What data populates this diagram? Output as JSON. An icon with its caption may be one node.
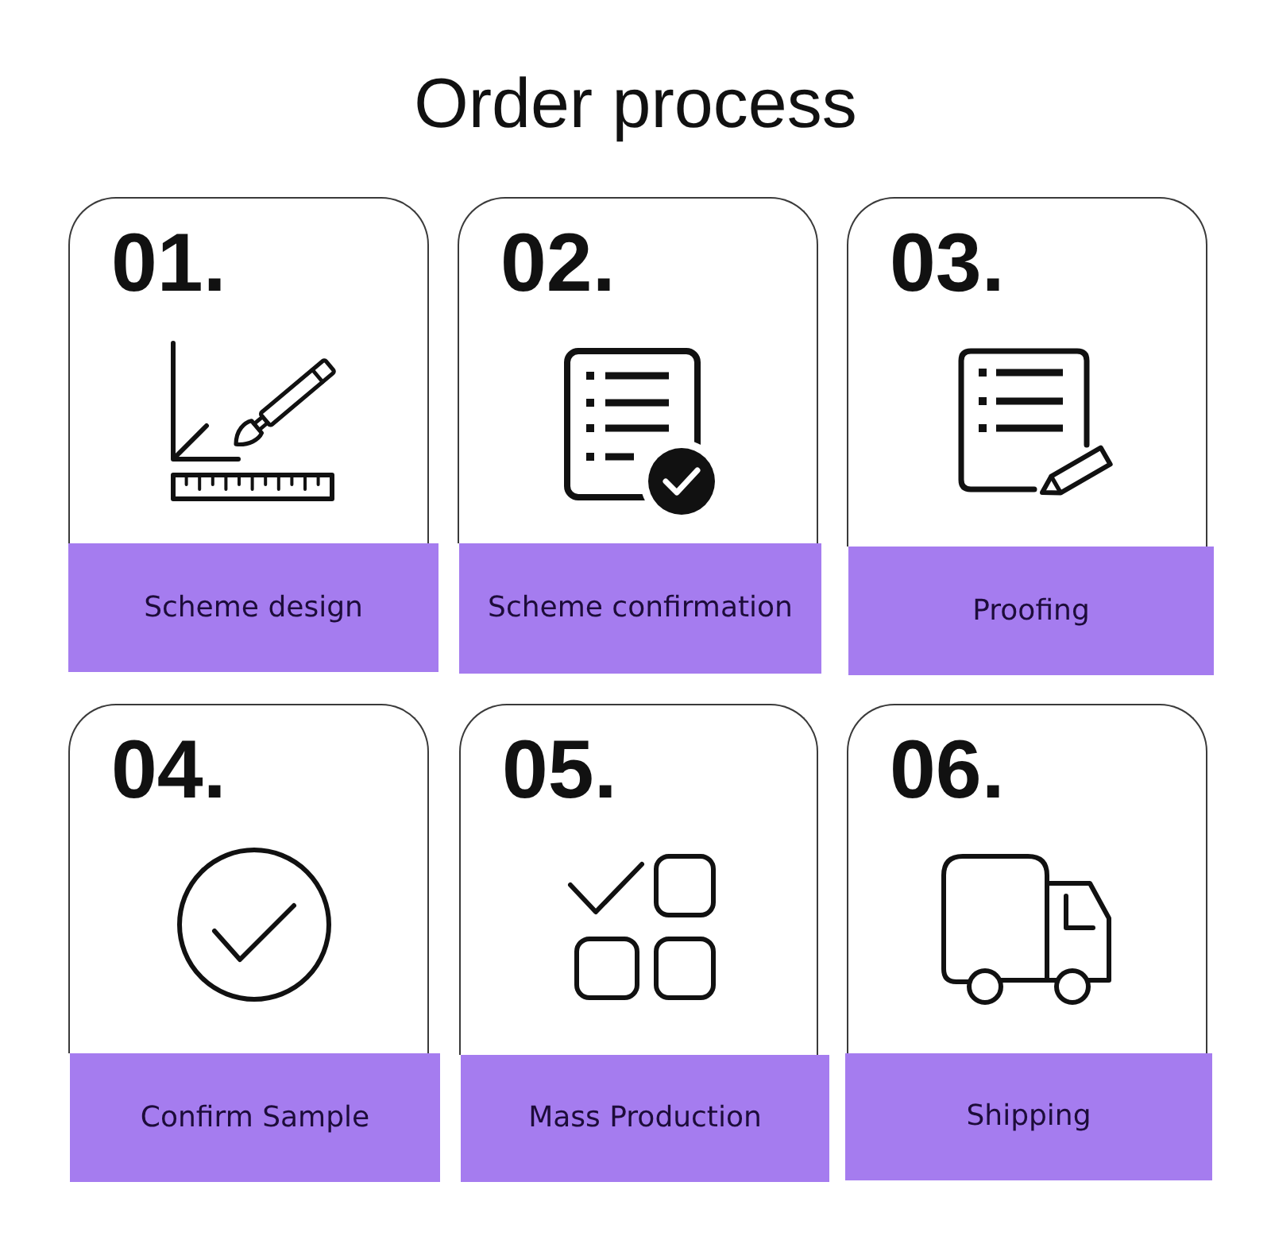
{
  "diagram": {
    "title": "Order process",
    "nodes": [
      {
        "text": [
          "01."
        ]
      },
      {
        "text": [
          "Scheme design"
        ]
      },
      {
        "text": [
          "02."
        ]
      },
      {
        "text": [
          "Scheme confirmation"
        ]
      },
      {
        "text": [
          "03."
        ]
      },
      {
        "text": [
          "Proofing"
        ]
      },
      {
        "text": [
          "04."
        ]
      },
      {
        "text": [
          "Confirm Sample"
        ]
      },
      {
        "text": [
          "05."
        ]
      },
      {
        "text": [
          "Mass Production"
        ]
      },
      {
        "text": [
          "06."
        ]
      },
      {
        "text": [
          "Shipping"
        ]
      }
    ]
  }
}
